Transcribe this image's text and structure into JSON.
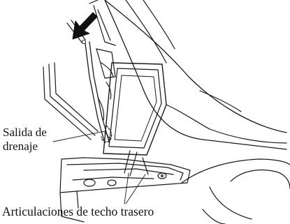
{
  "labels": {
    "drain_outlet_line1": "Salida de",
    "drain_outlet_line2": "drenaje",
    "rear_roof_hinges": "Articulaciones de techo trasero"
  },
  "colors": {
    "stroke": "#1a1a1a",
    "background": "#ffffff",
    "arrow_fill": "#111111"
  },
  "icons": {
    "indicator_arrow": "arrow-down-left-icon"
  }
}
